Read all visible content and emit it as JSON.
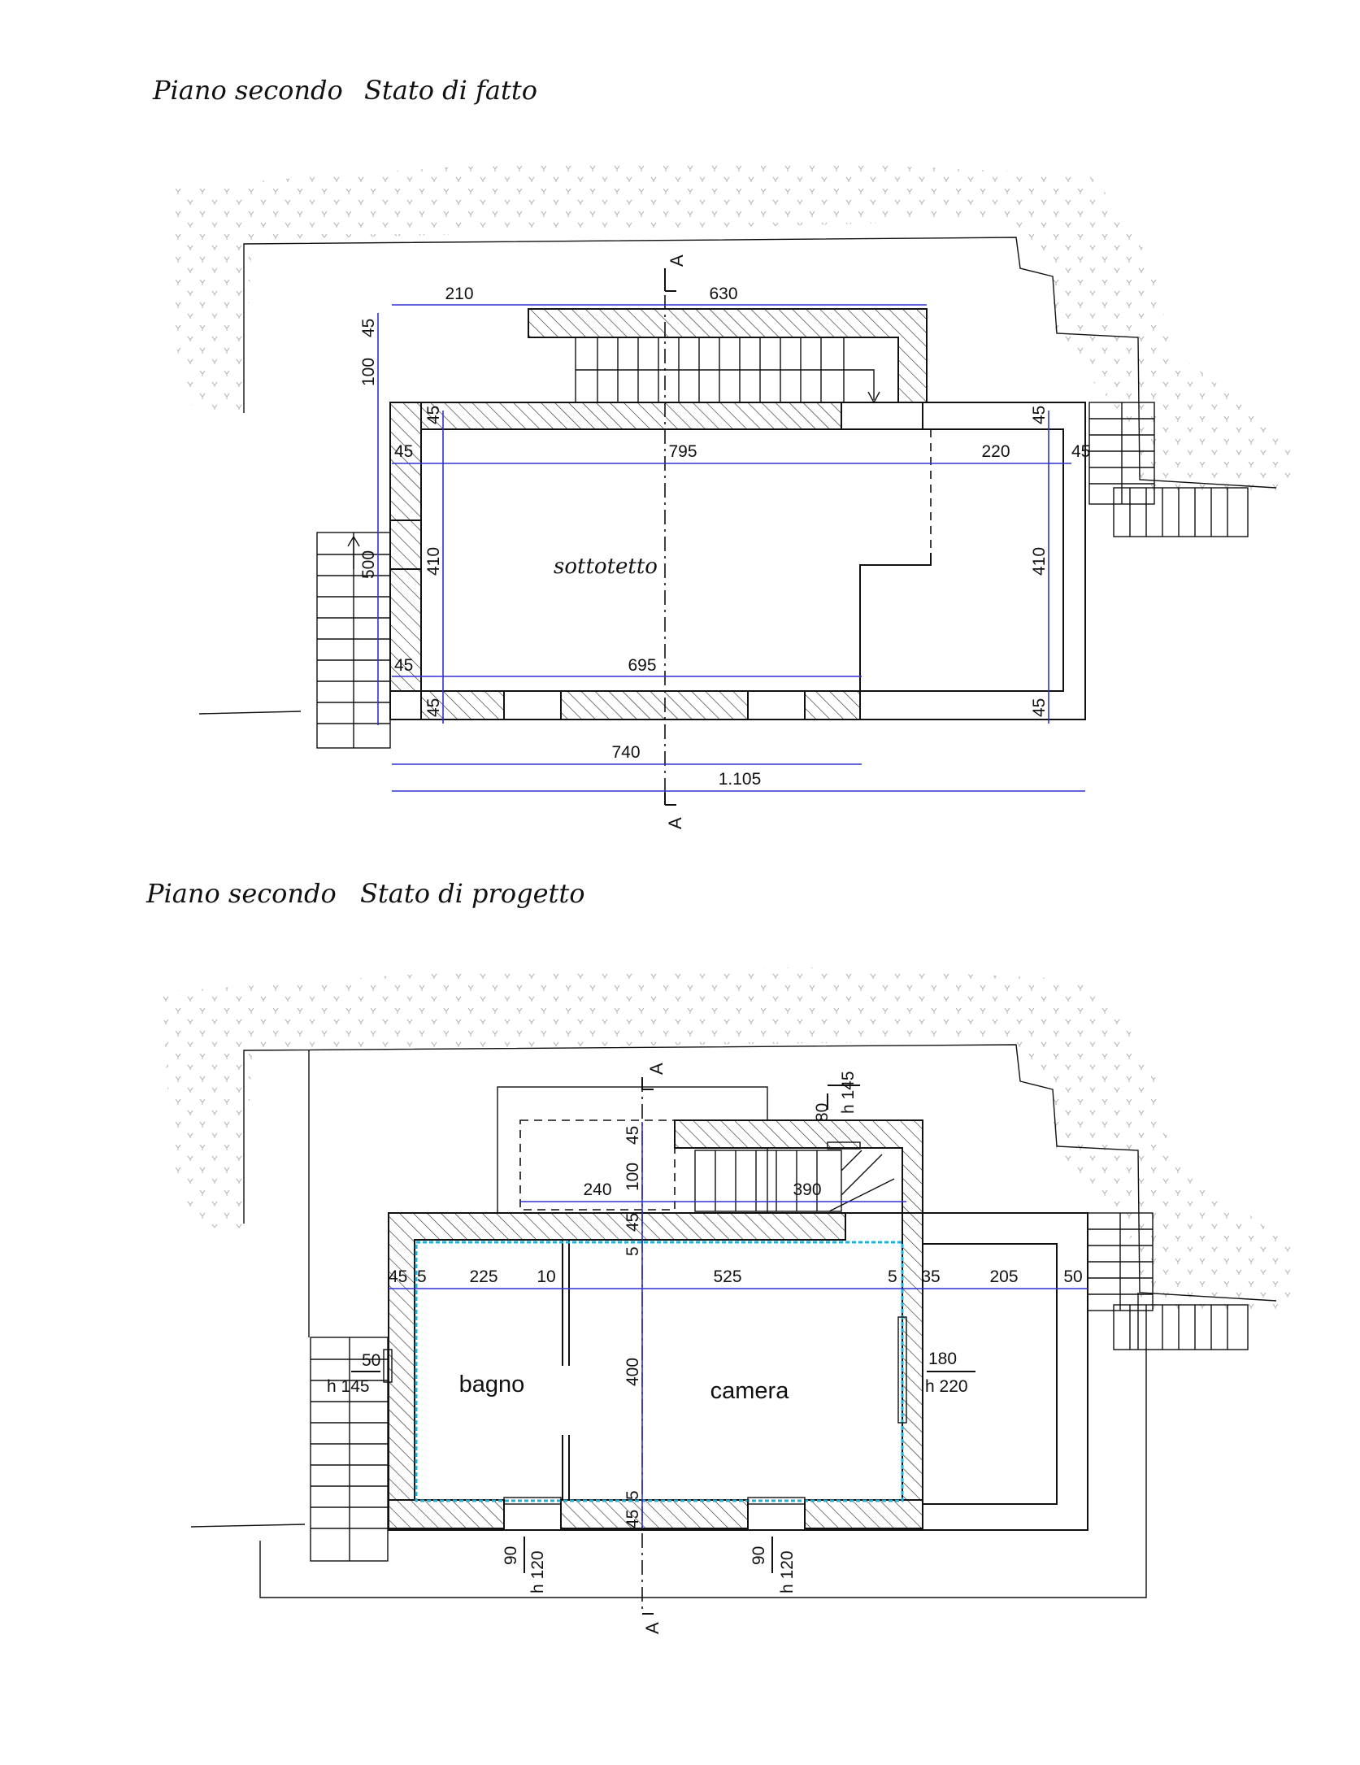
{
  "sheet": {
    "title_floor": "Piano secondo",
    "section_mark": "A"
  },
  "plan_existing": {
    "title_state": "Stato di fatto",
    "room": "sottotetto",
    "dims": {
      "d210": "210",
      "d630": "630",
      "d45a": "45",
      "d100": "100",
      "d45b": "45",
      "d45c": "45",
      "d795": "795",
      "d220": "220",
      "d45d": "45",
      "d45e": "45",
      "d410a": "410",
      "d410b": "410",
      "d500": "500",
      "d45f": "45",
      "d695": "695",
      "d45g": "45",
      "d45h": "45",
      "d740": "740",
      "d1105": "1.105"
    }
  },
  "plan_project": {
    "title_state": "Stato di progetto",
    "rooms": {
      "bagno": "bagno",
      "camera": "camera"
    },
    "dims": {
      "d80": "80",
      "dh145a": "h 145",
      "d45a": "45",
      "d100": "100",
      "d45b": "45",
      "d5a": "5",
      "d240": "240",
      "d390": "390",
      "d45c": "45",
      "d5b": "5",
      "d225": "225",
      "d10": "10",
      "d525": "525",
      "d5c": "5",
      "d35": "35",
      "d205": "205",
      "d50a": "50",
      "d400": "400",
      "d50b": "50",
      "dh145b": "h 145",
      "d180": "180",
      "dh220": "h 220",
      "d5d": "5",
      "d45d": "45",
      "d90a": "90",
      "dh120a": "h 120",
      "d90b": "90",
      "dh120b": "h 120"
    }
  }
}
